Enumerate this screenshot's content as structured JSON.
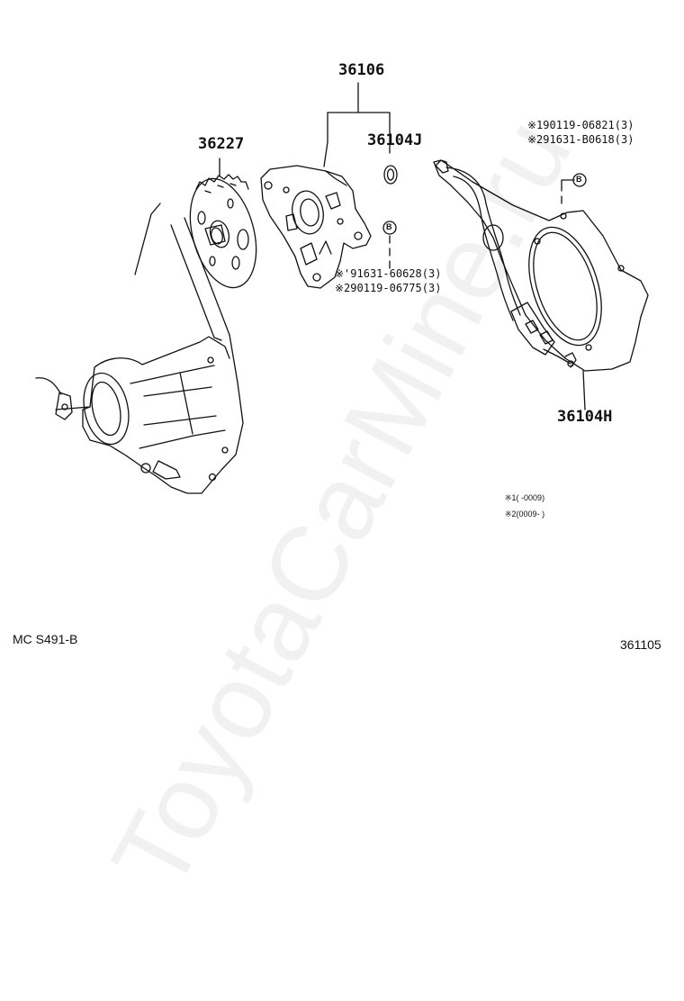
{
  "part_numbers": {
    "oil_pump_assy": "36106",
    "gear": "36227",
    "o_ring": "36104J",
    "cover": "36104H"
  },
  "fastener_notes": {
    "pump_line1": "※'91631-60628(3)",
    "pump_line2": "※290119-06775(3)",
    "cover_line1": "※190119-06821(3)",
    "cover_line2": "※291631-B0618(3)"
  },
  "callout_marks": {
    "pump": "B",
    "cover": "B"
  },
  "date_notes": {
    "line1": "※1(    -0009)",
    "line2": "※2(0009-      )"
  },
  "footer": {
    "left_code": "MC  S491-B",
    "right_code": "361105"
  },
  "watermark": "ToyotaCarMine.ru",
  "colors": {
    "line": "#111111",
    "background": "#ffffff",
    "watermark": "#e4e4e4"
  }
}
